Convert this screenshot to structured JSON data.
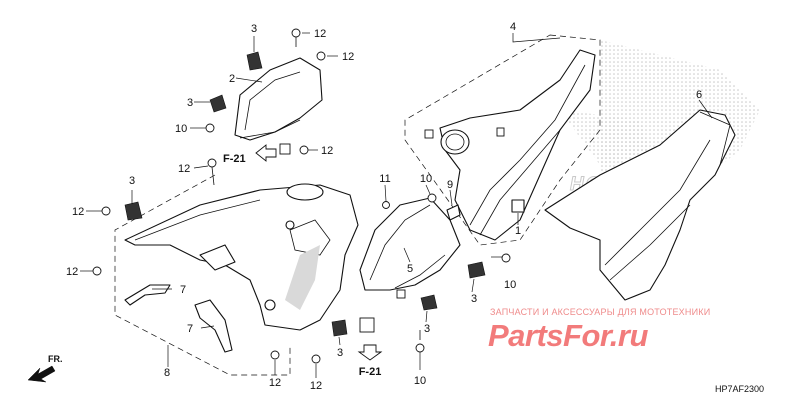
{
  "callouts": {
    "c3_top": "3",
    "c12_top": "12",
    "c12_right": "12",
    "c2": "2",
    "c3_mid": "3",
    "c10_left": "10",
    "c12_mid": "12",
    "c12_f21": "12",
    "c4": "4",
    "c6": "6",
    "c3_left": "3",
    "c12_leftpanel": "12",
    "c11": "11",
    "c10_mid": "10",
    "c9": "9",
    "c1": "1",
    "c12_low": "12",
    "c7_a": "7",
    "c7_b": "7",
    "c5": "5",
    "c10_right": "10",
    "c3_r1": "3",
    "c3_r2": "3",
    "c8": "8",
    "c3_bot": "3",
    "c12_bot1": "12",
    "c12_bot2": "12",
    "c10_bot": "10"
  },
  "refs": {
    "f21_top": "F-21",
    "f21_bottom": "F-21"
  },
  "direction_label": "FR.",
  "emblem": "HONDA",
  "watermark": {
    "banner": "ЗАПЧАСТИ И АКСЕССУАРЫ ДЛЯ МОТОТЕХНИКИ",
    "logo": "PartsFor.ru"
  },
  "diagram_code": "HP7AF2300"
}
